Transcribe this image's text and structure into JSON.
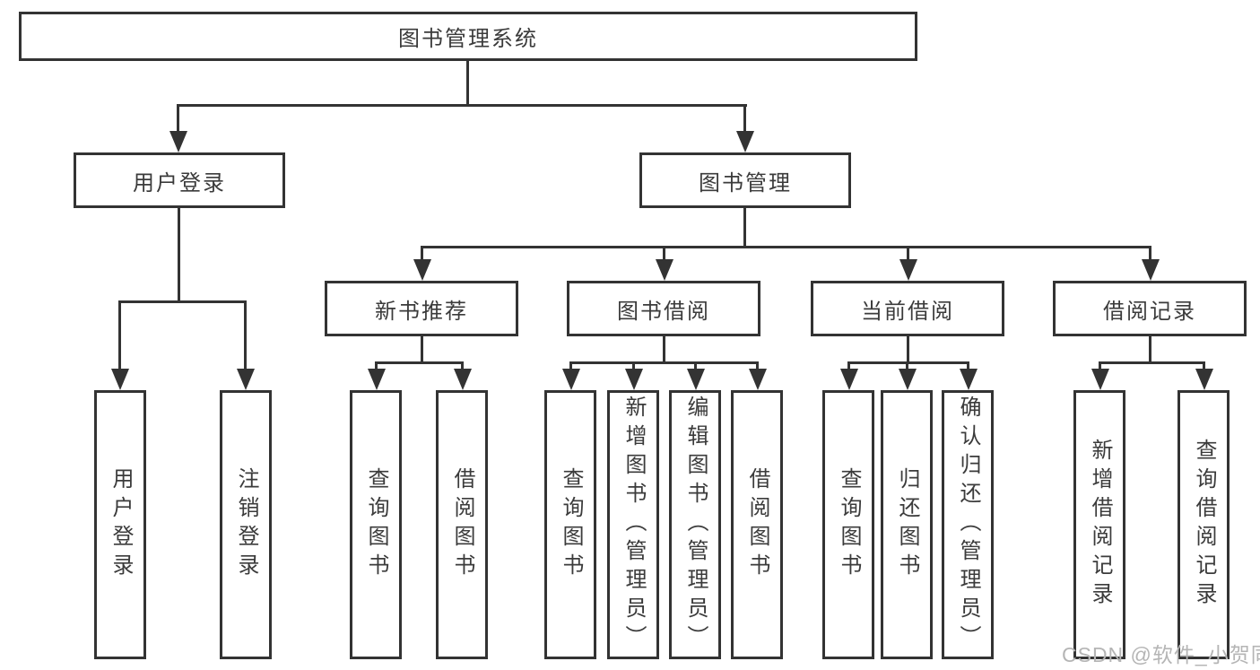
{
  "tree": {
    "root": "图书管理系统",
    "branches": [
      {
        "label": "用户登录",
        "children": [
          "用户登录",
          "注销登录"
        ]
      },
      {
        "label": "图书管理",
        "groups": [
          {
            "label": "新书推荐",
            "children": [
              "查询图书",
              "借阅图书"
            ]
          },
          {
            "label": "图书借阅",
            "children": [
              "查询图书",
              "新增图书（管理员）",
              "编辑图书（管理员）",
              "借阅图书"
            ]
          },
          {
            "label": "当前借阅",
            "children": [
              "查询图书",
              "归还图书",
              "确认归还（管理员）"
            ]
          },
          {
            "label": "借阅记录",
            "children": [
              "新增借阅记录",
              "查询借阅记录"
            ]
          }
        ]
      }
    ]
  },
  "watermark": "CSDN @软件_小贺同学",
  "colors": {
    "line": "#333333",
    "text": "#3b3b3b",
    "box_fill": "#ffffff",
    "background": "#ffffff",
    "watermark": "#b5b5b5"
  }
}
